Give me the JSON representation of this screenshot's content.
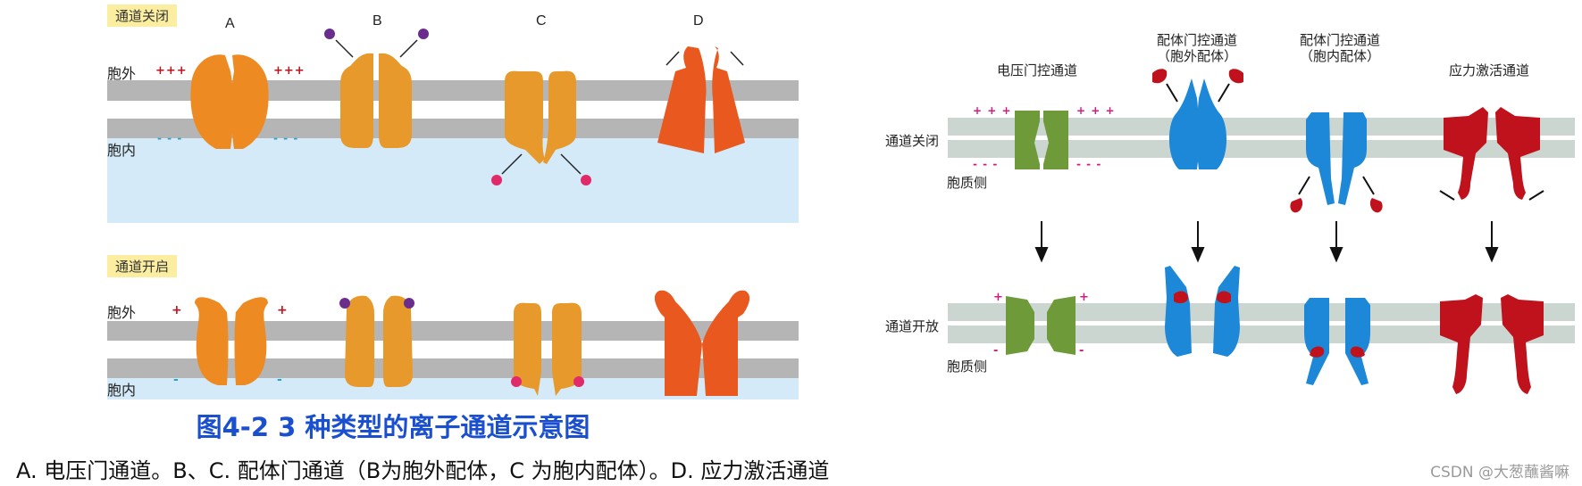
{
  "left": {
    "closed_badge": "通道关闭",
    "open_badge": "通道开启",
    "outside": "胞外",
    "inside": "胞内",
    "letters": [
      "A",
      "B",
      "C",
      "D"
    ],
    "closed_plus": "+++",
    "closed_minus": "- - -",
    "open_plus": "+",
    "open_minus": "-",
    "figure_title": "图4-2 3 种类型的离子通道示意图",
    "caption": "A. 电压门通道。B、C. 配体门通道（B为胞外配体，C 为胞内配体）。D. 应力激活通道"
  },
  "right": {
    "col_voltage": "电压门控通道",
    "col_ligand_ext_1": "配体门控通道",
    "col_ligand_ext_2": "（胞外配体）",
    "col_ligand_int_1": "配体门控通道",
    "col_ligand_int_2": "（胞内配体）",
    "col_stress": "应力激活通道",
    "row_closed": "通道关闭",
    "row_open": "通道开放",
    "cytoplasm": "胞质侧",
    "closed_plus": "+ + +",
    "closed_minus": "- - -",
    "open_plus": "+",
    "open_minus": "-"
  },
  "watermark": "CSDN @大葱蘸酱嘛",
  "colors": {
    "orange": "#ee8a22",
    "orange_b": "#e8992c",
    "red_orange": "#e8581f",
    "membrane_gray": "#b5b5b5",
    "cytoplasm_blue": "#d5eaf8",
    "green": "#6f9a3a",
    "blue": "#1e88d8",
    "crimson": "#c0121c",
    "title_blue": "#1a4fcf"
  }
}
